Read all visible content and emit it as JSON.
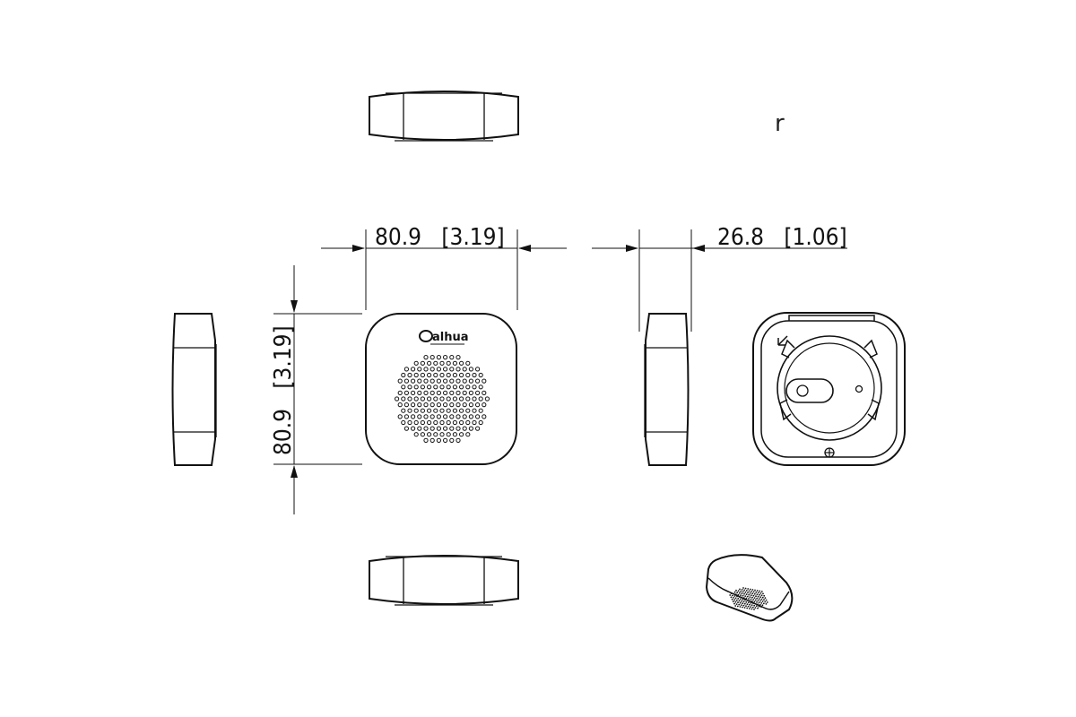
{
  "dimensions": {
    "width_label": "80.9   [3.19]",
    "height_label": "80.9   [3.19]",
    "depth_label": "26.8   [1.06]"
  },
  "brand_logo_text": "alhua",
  "stray_mark": "r"
}
